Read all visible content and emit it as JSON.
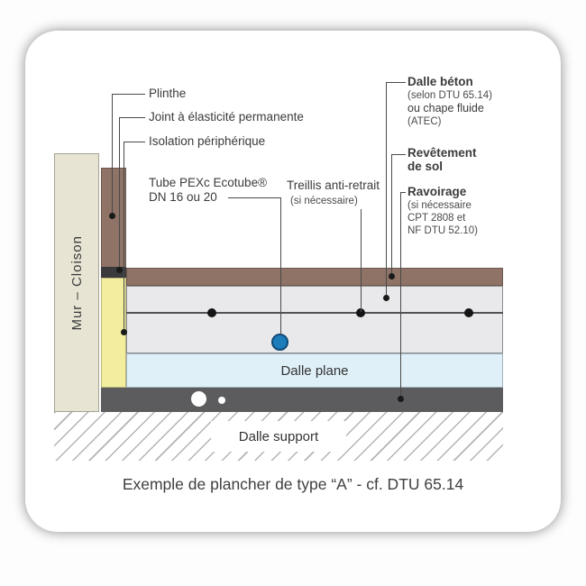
{
  "colors": {
    "floor_covering_brown": "#8e7366",
    "wall_beige": "#e7e4d4",
    "insulation_yellow": "#f2ee9e",
    "concrete_slab_gray": "#e9e9eb",
    "flat_slab_blue": "#dff0f8",
    "screed_dark_gray": "#5c5c5e",
    "pex_tube_blue": "#1d7cba",
    "sealant_dark": "#3a3a3c"
  },
  "labels": {
    "wall": "Mur – Cloison",
    "left": {
      "plinthe": "Plinthe",
      "joint": "Joint à élasticité permanente",
      "isolation": "Isolation périphérique",
      "tube_line1": "Tube PEXc Ecotube®",
      "tube_line2": "DN 16 ou 20"
    },
    "center": {
      "treillis_line1": "Treillis anti-retrait",
      "treillis_line2": "(si nécessaire)"
    },
    "right": {
      "dalle_beton": "Dalle béton",
      "dalle_beton_sub1": "(selon DTU 65.14)",
      "dalle_beton_sub2": "ou chape fluide",
      "dalle_beton_sub3": "(ATEC)",
      "revetement_line1": "Revêtement",
      "revetement_line2": "de sol",
      "ravoirage": "Ravoirage",
      "ravoirage_sub1": "(si nécessaire",
      "ravoirage_sub2": "CPT 2808 et",
      "ravoirage_sub3": "NF DTU 52.10)"
    },
    "dalle_plane": "Dalle plane",
    "dalle_support": "Dalle support",
    "caption": "Exemple de plancher de type “A” - cf. DTU 65.14"
  }
}
